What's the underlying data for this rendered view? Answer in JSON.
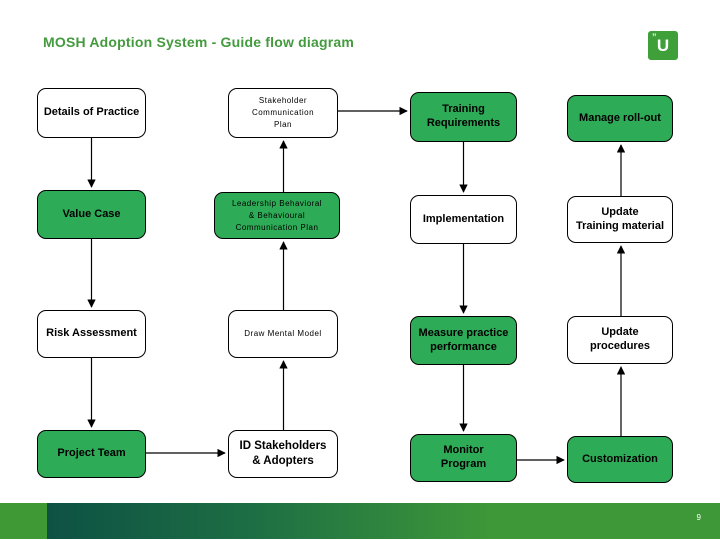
{
  "slide": {
    "title": "MOSH Adoption System - Guide flow diagram",
    "page_number": "9",
    "logo": {
      "letter": "U",
      "quote": "”"
    }
  },
  "colors": {
    "box_green": "#2eab57",
    "box_white": "#ffffff",
    "box_border": "#000000",
    "title_green": "#449a3e",
    "logo_green": "#3fa03a",
    "bar_dark": "#0e5244",
    "bar_green": "#3e9838",
    "bar_left_block": "#3f9a35"
  },
  "diagram": {
    "nodes": [
      {
        "id": "details-of-practice",
        "label": "Details of Practice",
        "fill": "white"
      },
      {
        "id": "stakeholder-communication-plan",
        "label": "Stakeholder\nCommunication\nPlan",
        "fill": "white"
      },
      {
        "id": "training-requirements",
        "label": "Training\nRequirements",
        "fill": "green"
      },
      {
        "id": "manage-roll-out",
        "label": "Manage roll-out",
        "fill": "green"
      },
      {
        "id": "value-case",
        "label": "Value Case",
        "fill": "green"
      },
      {
        "id": "leadership-behavioral-communication-plan",
        "label": "Leadership  Behavioral\n&  Behavioural\nCommunication Plan",
        "fill": "green"
      },
      {
        "id": "implementation",
        "label": "Implementation",
        "fill": "white"
      },
      {
        "id": "update-training-material",
        "label": "Update\nTraining material",
        "fill": "white"
      },
      {
        "id": "risk-assessment",
        "label": "Risk Assessment",
        "fill": "white"
      },
      {
        "id": "draw-mental-model",
        "label": "Draw Mental Model",
        "fill": "white"
      },
      {
        "id": "measure-practice-performance",
        "label": "Measure practice\nperformance",
        "fill": "green"
      },
      {
        "id": "update-procedures",
        "label": "Update\nprocedures",
        "fill": "white"
      },
      {
        "id": "project-team",
        "label": "Project Team",
        "fill": "green"
      },
      {
        "id": "id-stakeholders-adopters",
        "label": "ID Stakeholders\n& Adopters",
        "fill": "white"
      },
      {
        "id": "monitor-program",
        "label": "Monitor\nProgram",
        "fill": "green"
      },
      {
        "id": "customization",
        "label": "Customization",
        "fill": "green"
      }
    ],
    "edges": [
      {
        "from": "details-of-practice",
        "to": "value-case"
      },
      {
        "from": "value-case",
        "to": "risk-assessment"
      },
      {
        "from": "risk-assessment",
        "to": "project-team"
      },
      {
        "from": "project-team",
        "to": "id-stakeholders-adopters"
      },
      {
        "from": "id-stakeholders-adopters",
        "to": "draw-mental-model"
      },
      {
        "from": "draw-mental-model",
        "to": "leadership-behavioral-communication-plan"
      },
      {
        "from": "leadership-behavioral-communication-plan",
        "to": "stakeholder-communication-plan"
      },
      {
        "from": "stakeholder-communication-plan",
        "to": "training-requirements"
      },
      {
        "from": "training-requirements",
        "to": "implementation"
      },
      {
        "from": "implementation",
        "to": "measure-practice-performance"
      },
      {
        "from": "measure-practice-performance",
        "to": "monitor-program"
      },
      {
        "from": "monitor-program",
        "to": "customization"
      },
      {
        "from": "customization",
        "to": "update-procedures"
      },
      {
        "from": "update-procedures",
        "to": "update-training-material"
      },
      {
        "from": "update-training-material",
        "to": "manage-roll-out"
      }
    ]
  }
}
